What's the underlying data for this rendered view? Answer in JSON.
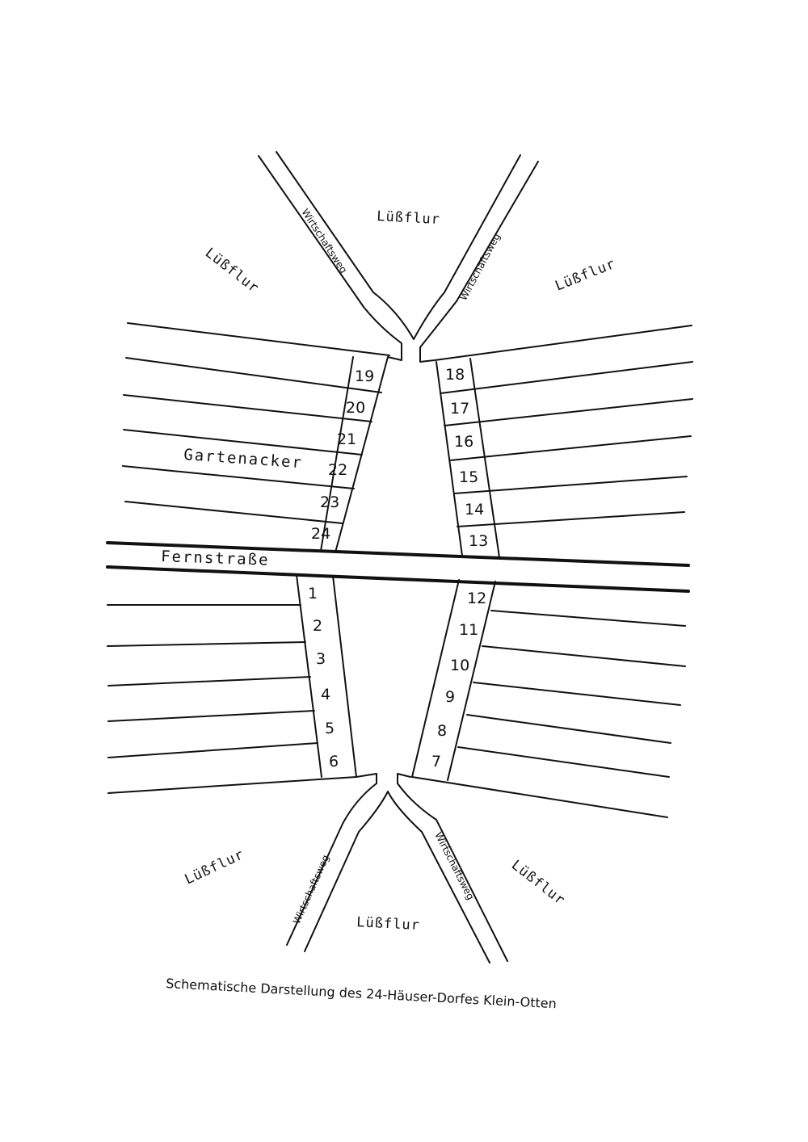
{
  "houses": [
    "1",
    "2",
    "3",
    "4",
    "5",
    "6",
    "7",
    "8",
    "9",
    "10",
    "11",
    "12",
    "13",
    "14",
    "15",
    "16",
    "17",
    "18",
    "19",
    "20",
    "21",
    "22",
    "23",
    "24"
  ],
  "labels": {
    "field": "Lüßflur",
    "garden": "Gartenacker",
    "main_road": "Fernstraße",
    "farm_road": "Wirtschaftsweg"
  },
  "caption": "Schematische Darstellung des 24-Häuser-Dorfes Klein-Otten"
}
